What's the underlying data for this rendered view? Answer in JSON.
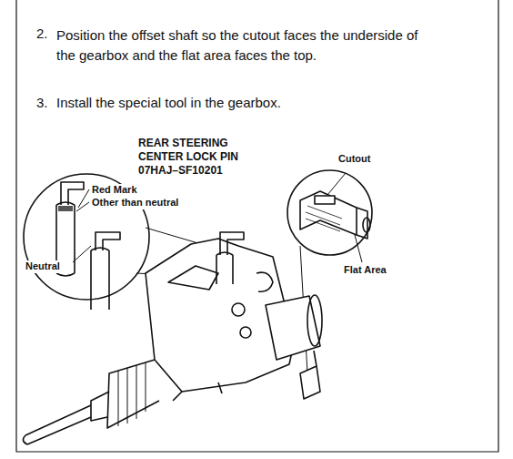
{
  "diagram": {
    "nodes": [
      {
        "text": [
          "Red Mark",
          "Other than neutral",
          "Neutral"
        ]
      },
      {
        "text": [
          "Cutout",
          "Flat Area"
        ]
      }
    ],
    "labels": [
      "2.",
      "Position the offset shaft so the cutout faces the underside of the gearbox and the flat area faces the top.",
      "3.",
      "Install the special tool in the gearbox.",
      "REAR STEERING CENTER LOCK PIN 07HAJ–SF10201"
    ]
  }
}
